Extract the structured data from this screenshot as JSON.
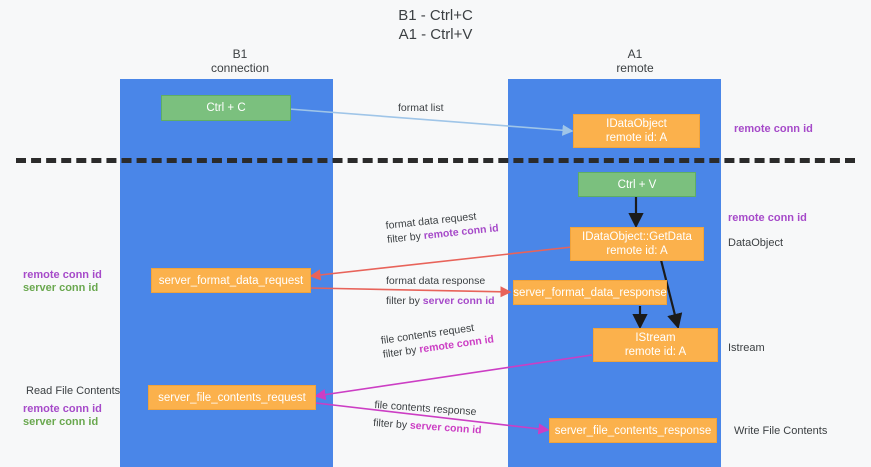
{
  "title": {
    "line1": "B1 - Ctrl+C",
    "line2": "A1 - Ctrl+V"
  },
  "columns": [
    {
      "name": "B1",
      "sub": "connection"
    },
    {
      "name": "A1",
      "sub": "remote"
    }
  ],
  "boxes": {
    "ctrl_c": "Ctrl + C",
    "ctrl_v": "Ctrl + V",
    "idataobject_title": "IDataObject",
    "idataobject_sub": "remote id: A",
    "getdata_title": "IDataObject::GetData",
    "getdata_sub": "remote id: A",
    "istream_title": "IStream",
    "istream_sub": "remote id: A",
    "server_format_data_request": "server_format_data_request",
    "server_format_data_response": "server_format_data_response",
    "server_file_contents_request": "server_file_contents_request",
    "server_file_contents_response": "server_file_contents_response"
  },
  "edge_labels": {
    "format_list": "format list",
    "format_data_request": "format data request",
    "format_data_request_filter_prefix": "filter by ",
    "format_data_request_filter_key": "remote conn id",
    "format_data_response": "format data response",
    "format_data_response_filter_prefix": "filter by ",
    "format_data_response_filter_key": "server conn id",
    "file_contents_request": "file contents request",
    "file_contents_request_filter_prefix": "filter by ",
    "file_contents_request_filter_key": "remote conn id",
    "file_contents_response": "file contents response",
    "file_contents_response_filter_prefix": "filter by ",
    "file_contents_response_filter_key": "server conn id"
  },
  "right_labels": {
    "remote_conn_id_top": "remote conn id",
    "remote_conn_id_mid": "remote conn id",
    "dataobject": "DataObject",
    "istream": "Istream",
    "write_file_contents": "Write File Contents"
  },
  "left_labels": {
    "remote_conn_id_mid": "remote conn id",
    "server_conn_id_mid": "server conn id",
    "read_file_contents": "Read File Contents",
    "remote_conn_id_bottom": "remote conn id",
    "server_conn_id_bottom": "server conn id"
  },
  "colors": {
    "lane": "#4a86e8",
    "green_box": "#7bc07e",
    "orange_box": "#fbb14c",
    "purple_text": "#a64ac9",
    "green_text": "#6aa84f",
    "magenta_arrow": "#cc3ec4",
    "red_arrow": "#e8635a",
    "blue_arrow": "#9fc5e8",
    "background": "#f7f8f9"
  }
}
